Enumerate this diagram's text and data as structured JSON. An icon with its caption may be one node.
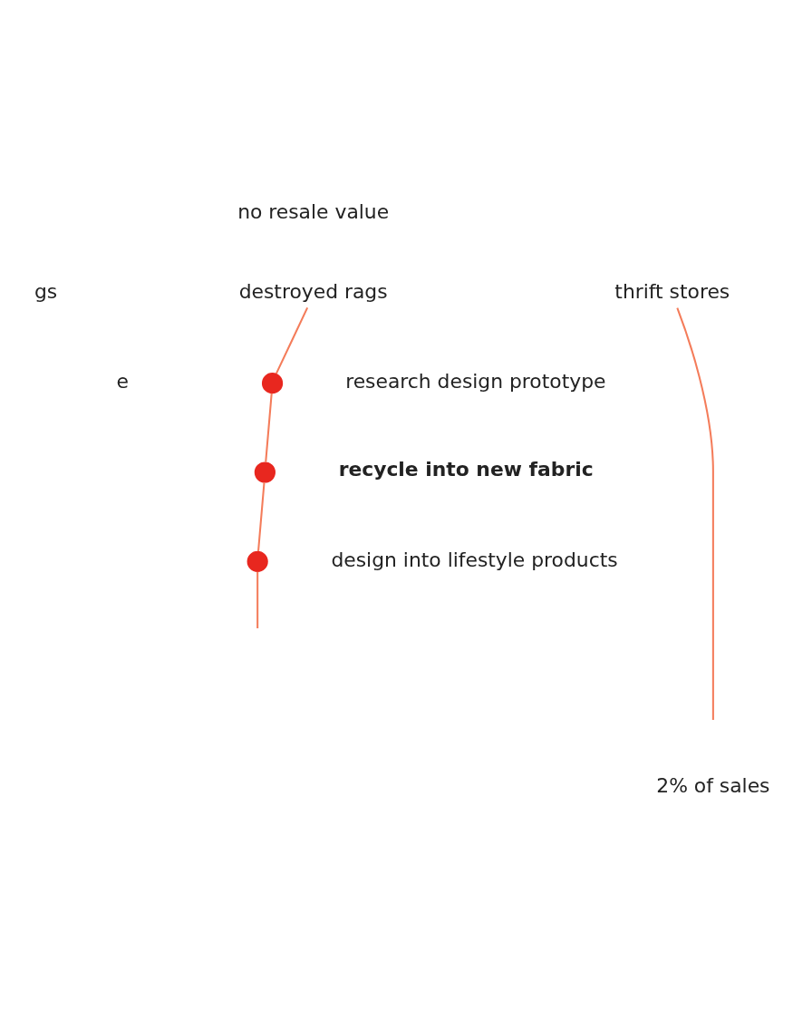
{
  "diagram": {
    "nodes": [
      {
        "text": [
          "no resale value"
        ]
      },
      {
        "text": [
          "destroyed rags"
        ]
      },
      {
        "text": [
          "thrift stores"
        ]
      },
      {
        "text": [],
        "shape": "circle",
        "beside": [
          "research design prototype"
        ]
      },
      {
        "text": [],
        "shape": "circle",
        "beside": [
          "recycle into new fabric"
        ]
      },
      {
        "text": [],
        "shape": "circle",
        "beside": [
          "design into lifestyle products"
        ]
      }
    ],
    "edges": [
      {
        "from": 1,
        "to": 3,
        "arrow": "none"
      },
      {
        "from": 3,
        "to": 4,
        "arrow": "none"
      },
      {
        "from": 4,
        "to": 5,
        "arrow": "none"
      },
      {
        "from": 5,
        "to": null,
        "arrow": "none"
      },
      {
        "from": 2,
        "to": null,
        "arrow": "none"
      }
    ],
    "labels": [
      "gs",
      "e",
      "2% of sales"
    ]
  }
}
